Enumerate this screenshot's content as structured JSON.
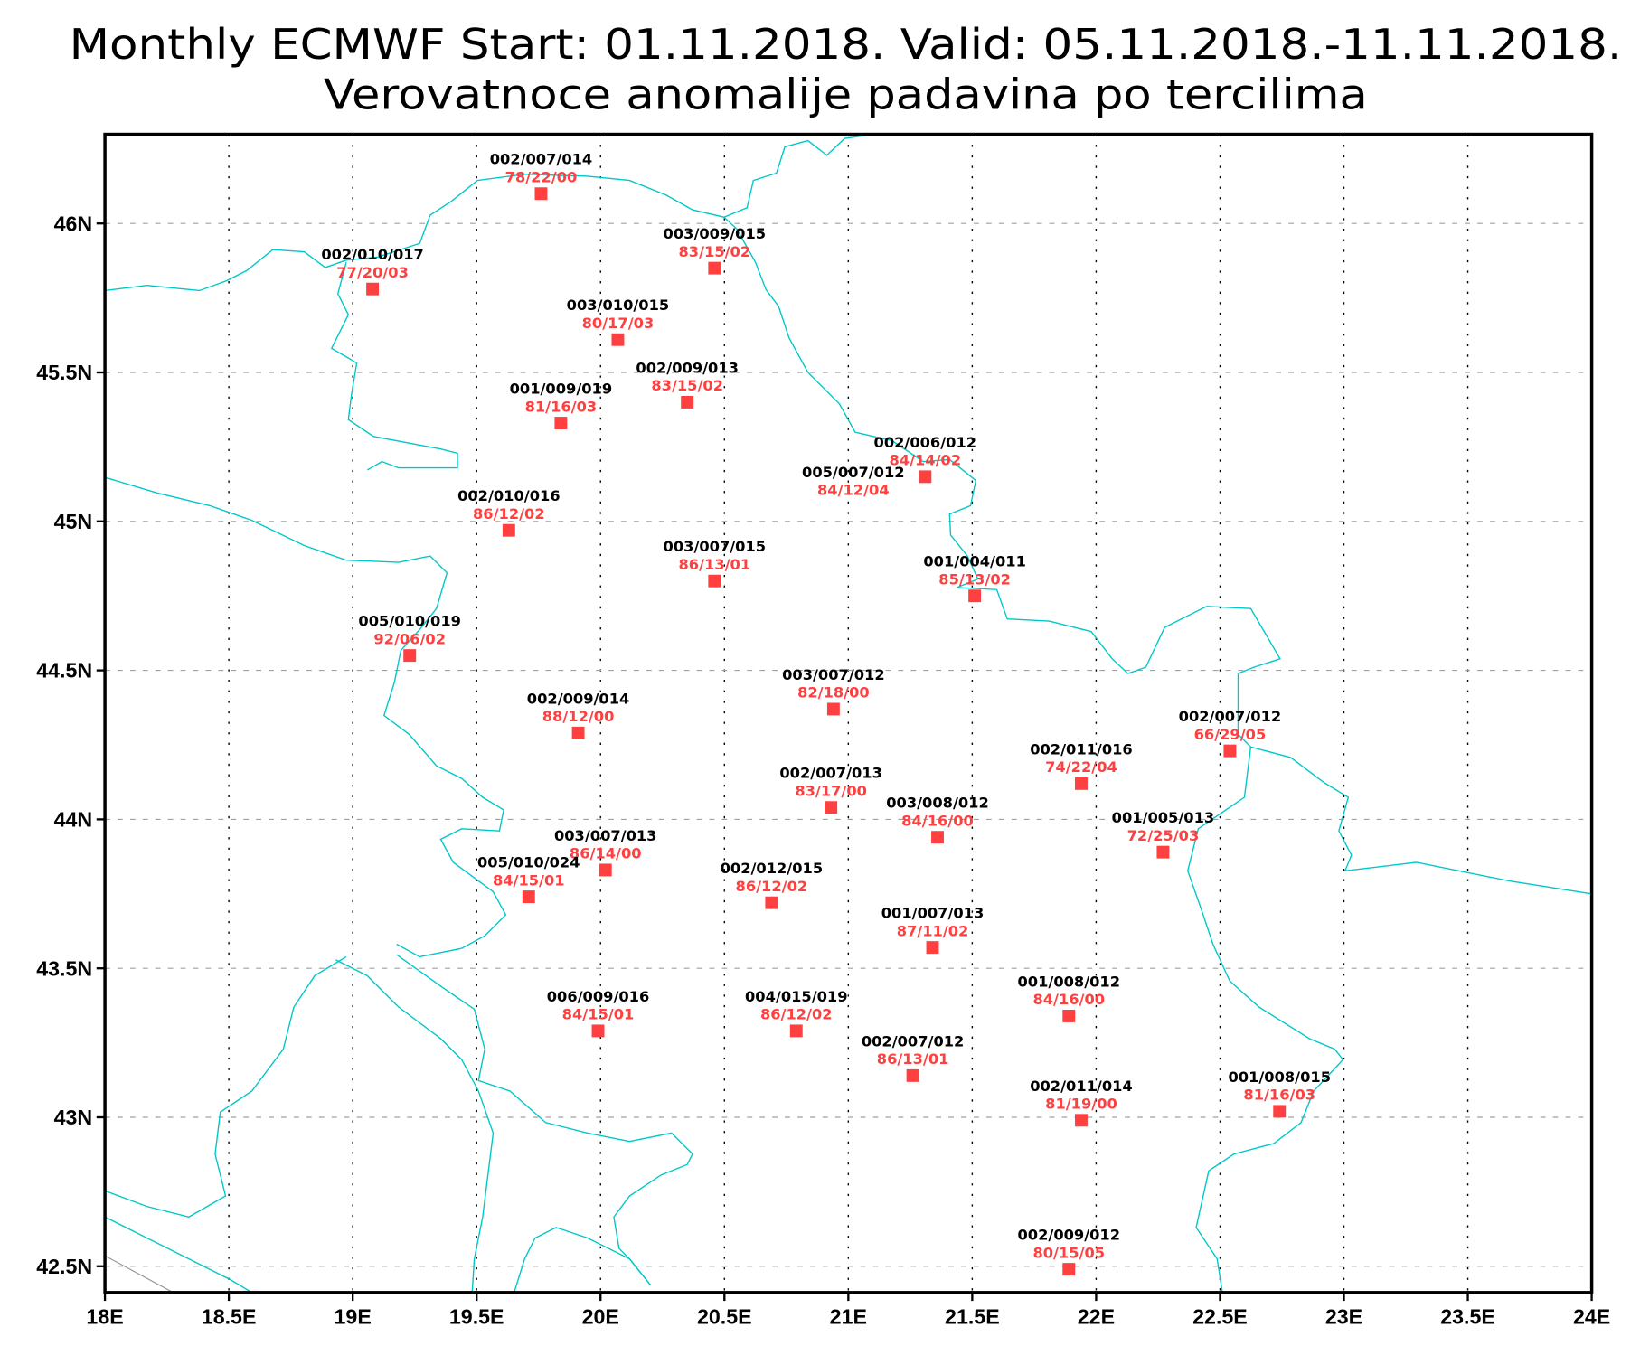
{
  "title": {
    "line1": "Monthly ECMWF Start: 01.11.2018. Valid: 05.11.2018.-11.11.2018.",
    "line2": "Verovatnoce anomalije padavina po tercilima"
  },
  "colors": {
    "marker": "#ff4040",
    "probability_label": "#ff4040",
    "station_label": "#000000",
    "borders": "#00c8c8",
    "grid_lat": "#a0a0a0",
    "grid_lon": "#000000"
  },
  "chart_data": {
    "type": "scatter",
    "title": "Monthly ECMWF Start: 01.11.2018. Valid: 05.11.2018.-11.11.2018. / Verovatnoce anomalije padavina po tercilima",
    "xlim": [
      18,
      24
    ],
    "ylim": [
      42.4,
      46.3
    ],
    "grid": true,
    "x_ticks": [
      {
        "value": 18,
        "label": "18E"
      },
      {
        "value": 18.5,
        "label": "18.5E"
      },
      {
        "value": 19,
        "label": "19E"
      },
      {
        "value": 19.5,
        "label": "19.5E"
      },
      {
        "value": 20,
        "label": "20E"
      },
      {
        "value": 20.5,
        "label": "20.5E"
      },
      {
        "value": 21,
        "label": "21E"
      },
      {
        "value": 21.5,
        "label": "21.5E"
      },
      {
        "value": 22,
        "label": "22E"
      },
      {
        "value": 22.5,
        "label": "22.5E"
      },
      {
        "value": 23,
        "label": "23E"
      },
      {
        "value": 23.5,
        "label": "23.5E"
      },
      {
        "value": 24,
        "label": "24E"
      }
    ],
    "y_ticks": [
      {
        "value": 46,
        "label": "46N"
      },
      {
        "value": 45.5,
        "label": "45.5N"
      },
      {
        "value": 45,
        "label": "45N"
      },
      {
        "value": 44.5,
        "label": "44.5N"
      },
      {
        "value": 44,
        "label": "44N"
      },
      {
        "value": 43.5,
        "label": "43.5N"
      },
      {
        "value": 43,
        "label": "43N"
      },
      {
        "value": 42.5,
        "label": "42.5N"
      }
    ],
    "stations": [
      {
        "lon": 19.76,
        "lat": 46.1,
        "code": "002/007/014",
        "prob": "78/22/00"
      },
      {
        "lon": 19.08,
        "lat": 45.78,
        "code": "002/010/017",
        "prob": "77/20/03"
      },
      {
        "lon": 20.46,
        "lat": 45.85,
        "code": "003/009/015",
        "prob": "83/15/02"
      },
      {
        "lon": 20.07,
        "lat": 45.61,
        "code": "003/010/015",
        "prob": "80/17/03"
      },
      {
        "lon": 20.35,
        "lat": 45.4,
        "code": "002/009/013",
        "prob": "83/15/02"
      },
      {
        "lon": 19.84,
        "lat": 45.33,
        "code": "001/009/019",
        "prob": "81/16/03"
      },
      {
        "lon": 21.31,
        "lat": 45.15,
        "code": "002/006/012",
        "prob": "84/14/02"
      },
      {
        "lon": 21.02,
        "lat": 45.05,
        "code": "005/007/012",
        "prob": "84/12/04",
        "hidden_marker": true
      },
      {
        "lon": 19.63,
        "lat": 44.97,
        "code": "002/010/016",
        "prob": "86/12/02"
      },
      {
        "lon": 20.46,
        "lat": 44.8,
        "code": "003/007/015",
        "prob": "86/13/01"
      },
      {
        "lon": 21.51,
        "lat": 44.75,
        "code": "001/004/011",
        "prob": "85/13/02"
      },
      {
        "lon": 19.23,
        "lat": 44.55,
        "code": "005/010/019",
        "prob": "92/06/02"
      },
      {
        "lon": 20.94,
        "lat": 44.37,
        "code": "003/007/012",
        "prob": "82/18/00"
      },
      {
        "lon": 19.91,
        "lat": 44.29,
        "code": "002/009/014",
        "prob": "88/12/00"
      },
      {
        "lon": 22.54,
        "lat": 44.23,
        "code": "002/007/012",
        "prob": "66/29/05"
      },
      {
        "lon": 21.94,
        "lat": 44.12,
        "code": "002/011/016",
        "prob": "74/22/04"
      },
      {
        "lon": 20.93,
        "lat": 44.04,
        "code": "002/007/013",
        "prob": "83/17/00"
      },
      {
        "lon": 21.36,
        "lat": 43.94,
        "code": "003/008/012",
        "prob": "84/16/00"
      },
      {
        "lon": 22.27,
        "lat": 43.89,
        "code": "001/005/013",
        "prob": "72/25/03"
      },
      {
        "lon": 20.02,
        "lat": 43.83,
        "code": "003/007/013",
        "prob": "86/14/00"
      },
      {
        "lon": 19.71,
        "lat": 43.74,
        "code": "005/010/024",
        "prob": "84/15/01"
      },
      {
        "lon": 20.69,
        "lat": 43.72,
        "code": "002/012/015",
        "prob": "86/12/02"
      },
      {
        "lon": 21.34,
        "lat": 43.57,
        "code": "001/007/013",
        "prob": "87/11/02"
      },
      {
        "lon": 21.89,
        "lat": 43.34,
        "code": "001/008/012",
        "prob": "84/16/00"
      },
      {
        "lon": 19.99,
        "lat": 43.29,
        "code": "006/009/016",
        "prob": "84/15/01"
      },
      {
        "lon": 20.79,
        "lat": 43.29,
        "code": "004/015/019",
        "prob": "86/12/02"
      },
      {
        "lon": 21.26,
        "lat": 43.14,
        "code": "002/007/012",
        "prob": "86/13/01"
      },
      {
        "lon": 21.94,
        "lat": 42.99,
        "code": "002/011/014",
        "prob": "81/19/00"
      },
      {
        "lon": 22.74,
        "lat": 43.02,
        "code": "001/008/015",
        "prob": "81/16/03"
      },
      {
        "lon": 21.89,
        "lat": 42.49,
        "code": "002/009/012",
        "prob": "80/15/05"
      }
    ]
  }
}
